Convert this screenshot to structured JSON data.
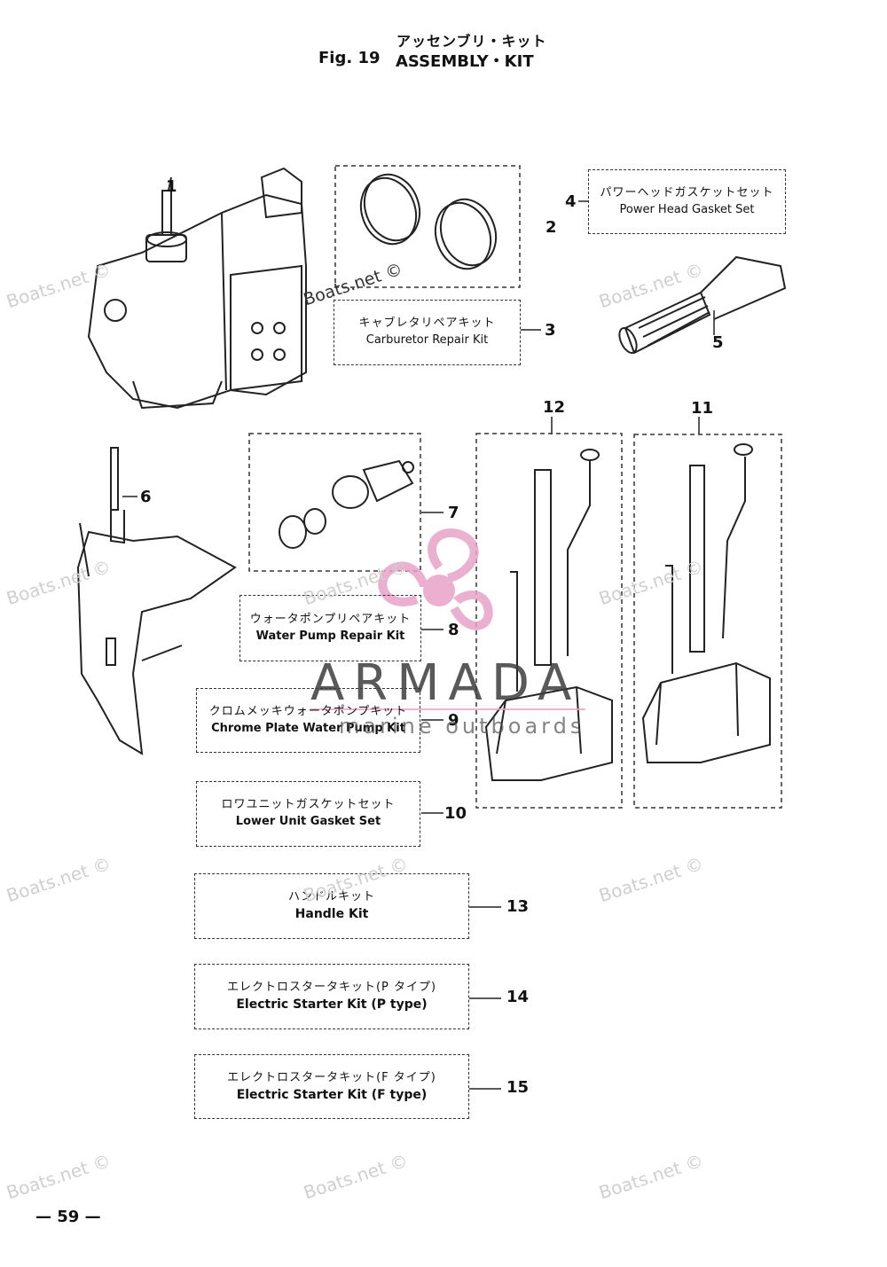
{
  "header": {
    "title_jp": "アッセンブリ・キット",
    "fig_label": "Fig. 19",
    "title_en": "ASSEMBLY・KIT"
  },
  "kits": {
    "k3": {
      "jp": "キャブレタリペアキット",
      "en": "Carburetor Repair Kit"
    },
    "k4": {
      "jp": "パワーヘッドガスケットセット",
      "en": "Power Head Gasket Set"
    },
    "k8": {
      "jp": "ウォータポンプリペアキット",
      "en": "Water Pump Repair Kit"
    },
    "k9": {
      "jp": "クロムメッキウォータポンプキット",
      "en": "Chrome Plate Water Pump Kit"
    },
    "k10": {
      "jp": "ロワユニットガスケットセット",
      "en": "Lower Unit Gasket Set"
    },
    "k13": {
      "jp": "ハンドルキット",
      "en": "Handle Kit"
    },
    "k14": {
      "jp": "エレクトロスタータキット(P タイプ)",
      "en": "Electric Starter Kit (P type)"
    },
    "k15": {
      "jp": "エレクトロスタータキット(F タイプ)",
      "en": "Electric Starter Kit (F type)"
    }
  },
  "callouts": {
    "c1": "1",
    "c2": "2",
    "c3": "3",
    "c4": "4",
    "c5": "5",
    "c6": "6",
    "c7": "7",
    "c8": "8",
    "c9": "9",
    "c10": "10",
    "c11": "11",
    "c12": "12",
    "c13": "13",
    "c14": "14",
    "c15": "15"
  },
  "watermark": {
    "site": "Boats.net ©",
    "brand": "ARMADA",
    "brand_sub": "marine outboards",
    "brand_color": "#e8a3c8"
  },
  "footer": {
    "page": "— 59 —"
  }
}
